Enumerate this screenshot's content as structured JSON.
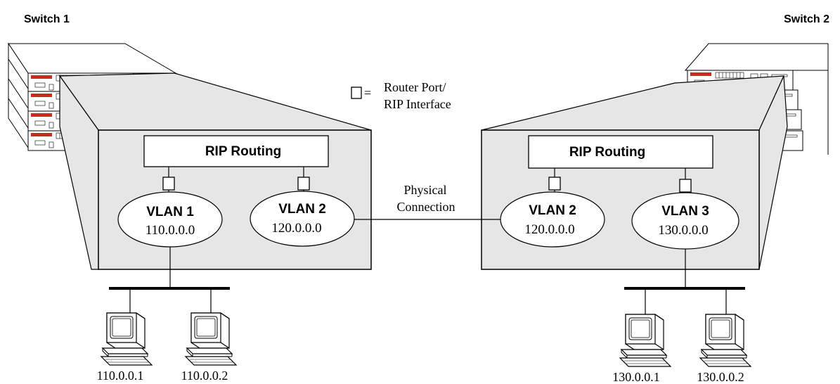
{
  "switches": [
    {
      "title": "Switch 1",
      "routing_label": "RIP Routing",
      "vlans": [
        {
          "name": "VLAN 1",
          "network": "110.0.0.0"
        },
        {
          "name": "VLAN 2",
          "network": "120.0.0.0"
        }
      ],
      "hosts": [
        "110.0.0.1",
        "110.0.0.2"
      ]
    },
    {
      "title": "Switch 2",
      "routing_label": "RIP Routing",
      "vlans": [
        {
          "name": "VLAN 2",
          "network": "120.0.0.0"
        },
        {
          "name": "VLAN 3",
          "network": "130.0.0.0"
        }
      ],
      "hosts": [
        "130.0.0.1",
        "130.0.0.2"
      ]
    }
  ],
  "legend": {
    "equals": "=",
    "line1": "Router Port/",
    "line2": "RIP Interface"
  },
  "connection": {
    "line1": "Physical",
    "line2": "Connection"
  },
  "colors": {
    "panel_fill": "#e6e6e6",
    "stroke": "#000000",
    "chassis_fill": "#ffffff",
    "led_red": "#cc2a1e"
  }
}
